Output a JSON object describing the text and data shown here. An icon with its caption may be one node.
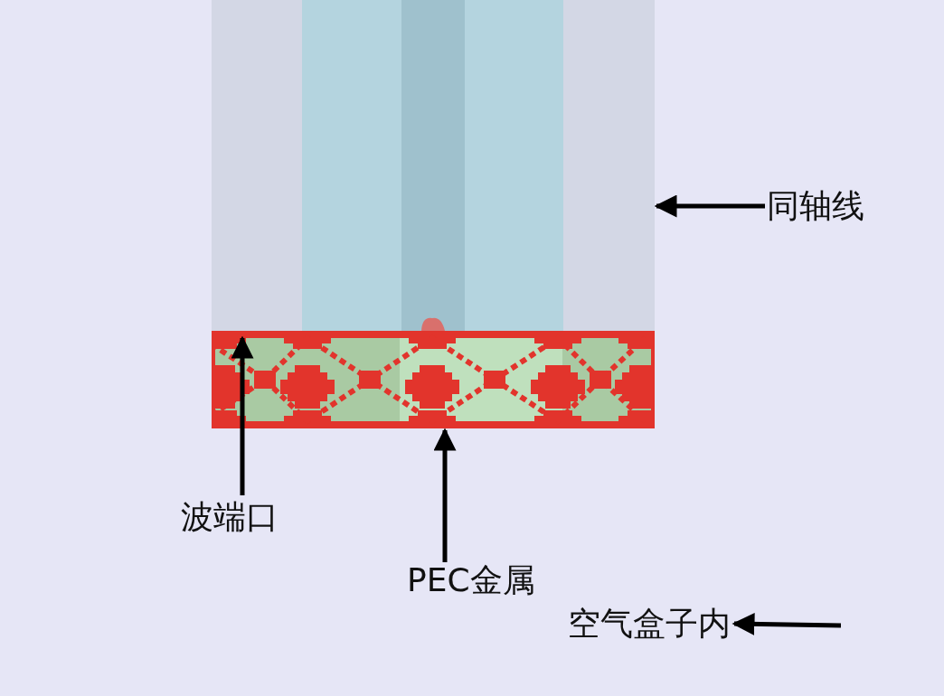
{
  "diagram": {
    "nodes": [
      {
        "text": [],
        "shape": "picture"
      },
      {
        "text": [],
        "shape": "picture"
      },
      {
        "text": [
          "同轴线"
        ]
      },
      {
        "text": [
          "波端口"
        ]
      },
      {
        "text": [
          "PEC金属"
        ]
      },
      {
        "text": [
          "空气盒子内"
        ]
      }
    ],
    "edges": [
      {
        "from": 2,
        "to": 0,
        "arrow": "to"
      },
      {
        "from": 3,
        "to": 1,
        "arrow": "to"
      },
      {
        "from": 4,
        "to": 1,
        "arrow": "to"
      },
      {
        "from": null,
        "to": 5,
        "arrow": "to"
      }
    ]
  }
}
